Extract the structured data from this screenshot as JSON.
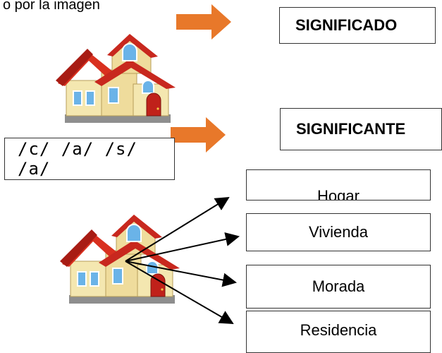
{
  "intro_fragment": "o por la imagen",
  "labels": {
    "significado": "SIGNIFICADO",
    "significante": "SIGNIFICANTE"
  },
  "phonemes": "/c/ /a/ /s/ /a/",
  "related_terms": [
    "Hogar",
    "Vivienda",
    "Morada",
    "Residencia"
  ],
  "icons": {
    "arrow": "orange-right-arrow-icon",
    "house": "house-icon"
  },
  "colors": {
    "arrow_orange": "#e8782a",
    "roof_red": "#c8281e",
    "wall_cream": "#f4e7b0",
    "window_blue": "#6ab3e8"
  }
}
